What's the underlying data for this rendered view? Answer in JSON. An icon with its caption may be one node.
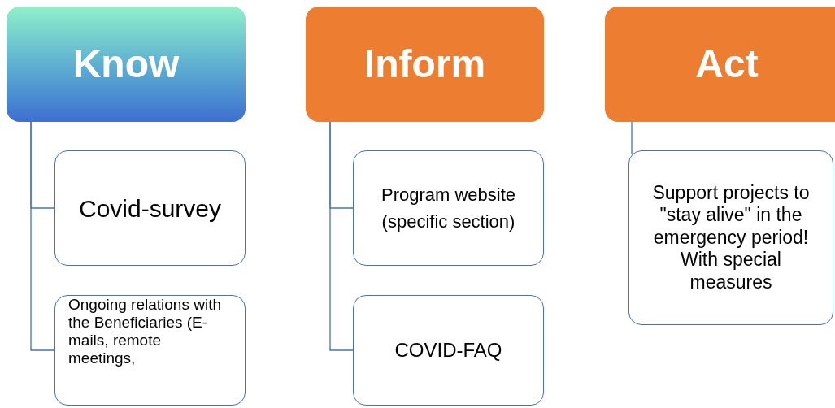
{
  "diagram": {
    "nodes": [
      {
        "text": [
          "Know"
        ]
      },
      {
        "text": [
          "Covid-survey"
        ]
      },
      {
        "text": [
          "Ongoing relations with the Beneficiaries (E-mails, remote meetings,"
        ]
      },
      {
        "text": [
          "Inform"
        ]
      },
      {
        "text": [
          "Program website (specific section)"
        ]
      },
      {
        "text": [
          "COVID-FAQ"
        ]
      },
      {
        "text": [
          "Act"
        ]
      },
      {
        "text": [
          "Support projects to \"stay alive\" in the emergency period! With special measures"
        ]
      }
    ],
    "edges": [
      {
        "from": 0,
        "to": 1,
        "arrow": "none"
      },
      {
        "from": 0,
        "to": 2,
        "arrow": "none"
      },
      {
        "from": 3,
        "to": 4,
        "arrow": "none"
      },
      {
        "from": 3,
        "to": 5,
        "arrow": "none"
      },
      {
        "from": 6,
        "to": 7,
        "arrow": "none"
      }
    ]
  }
}
